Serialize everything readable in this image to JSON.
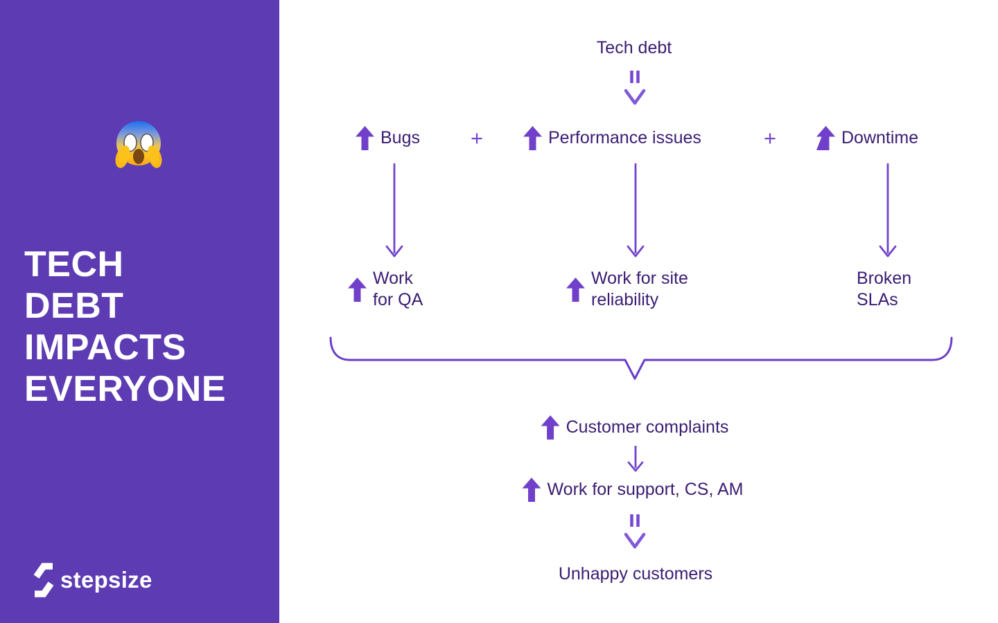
{
  "panel": {
    "emoji_icon": "screaming-face",
    "title_lines": [
      "TECH",
      "DEBT",
      "IMPACTS",
      "EVERYONE"
    ],
    "brand": "stepsize"
  },
  "diagram": {
    "root": "Tech debt",
    "plus": "+",
    "causes": [
      {
        "label": "Bugs"
      },
      {
        "label": "Performance issues"
      },
      {
        "label": "Downtime"
      }
    ],
    "effects": [
      {
        "line1": "Work",
        "line2": "for QA",
        "has_up_arrow": true
      },
      {
        "line1": "Work for site",
        "line2": "reliability",
        "has_up_arrow": true
      },
      {
        "line1": "Broken",
        "line2": "SLAs",
        "has_up_arrow": false
      }
    ],
    "aggregate": "Customer complaints",
    "support": "Work for support, CS, AM",
    "result": "Unhappy customers"
  },
  "colors": {
    "panel_bg": "#5D3BB2",
    "canvas_bg": "#FFFFFF",
    "text_purple": "#3A1C72",
    "connector_purple": "#7546D4",
    "filled_arrow_purple": "#7040CA",
    "title_white": "#FFFFFF"
  }
}
